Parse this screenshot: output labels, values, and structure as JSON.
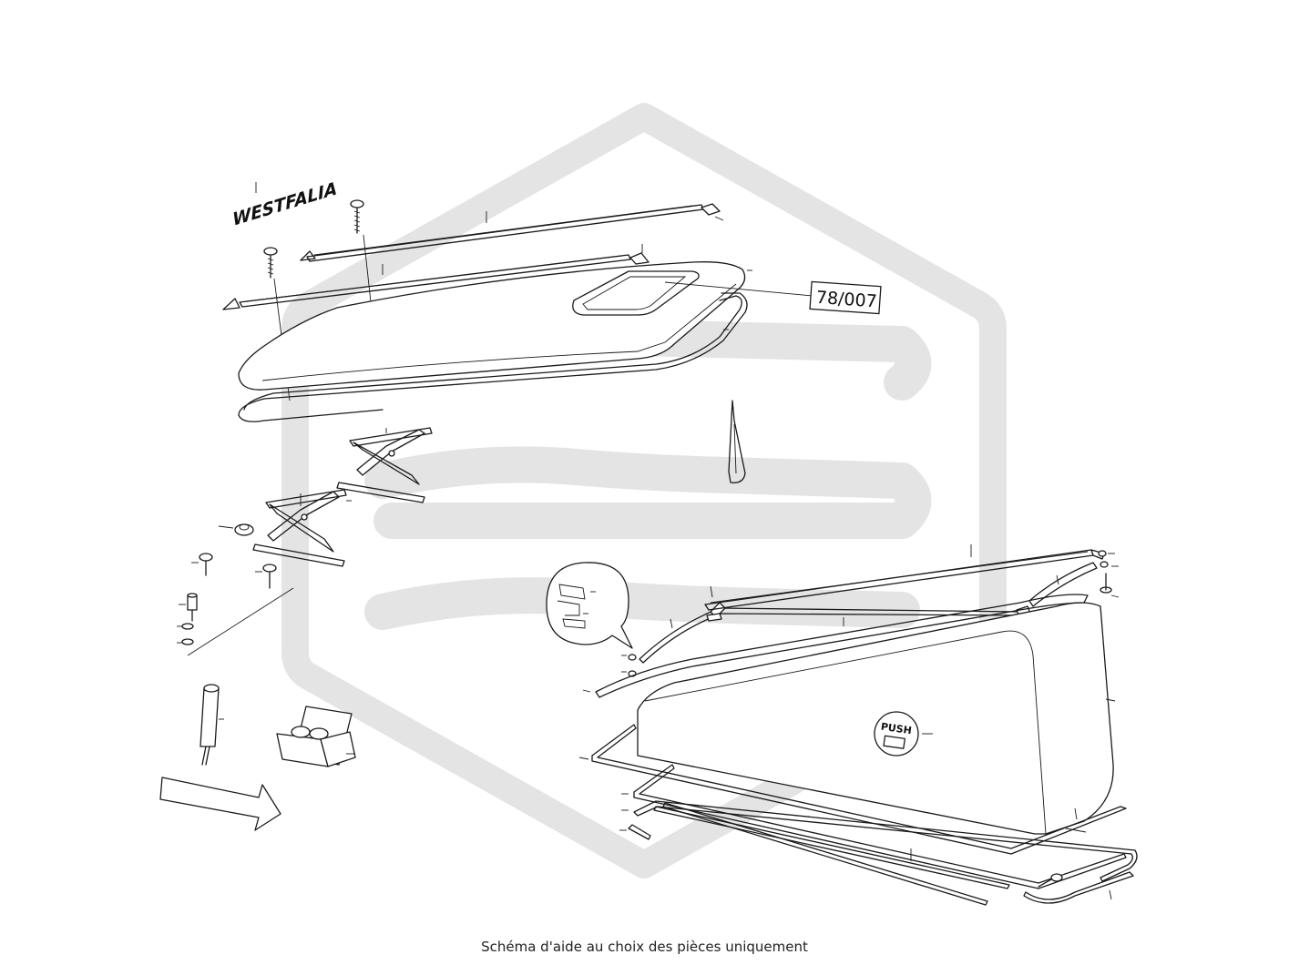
{
  "diagram": {
    "reference_label": "78/007",
    "brand_label": "WESTFALIA",
    "push_label": "PUSH"
  },
  "caption": "Schéma d'aide au choix des pièces uniquement",
  "colors": {
    "line": "#1a1a1a",
    "watermark": "#e4e4e4",
    "background": "#ffffff"
  }
}
